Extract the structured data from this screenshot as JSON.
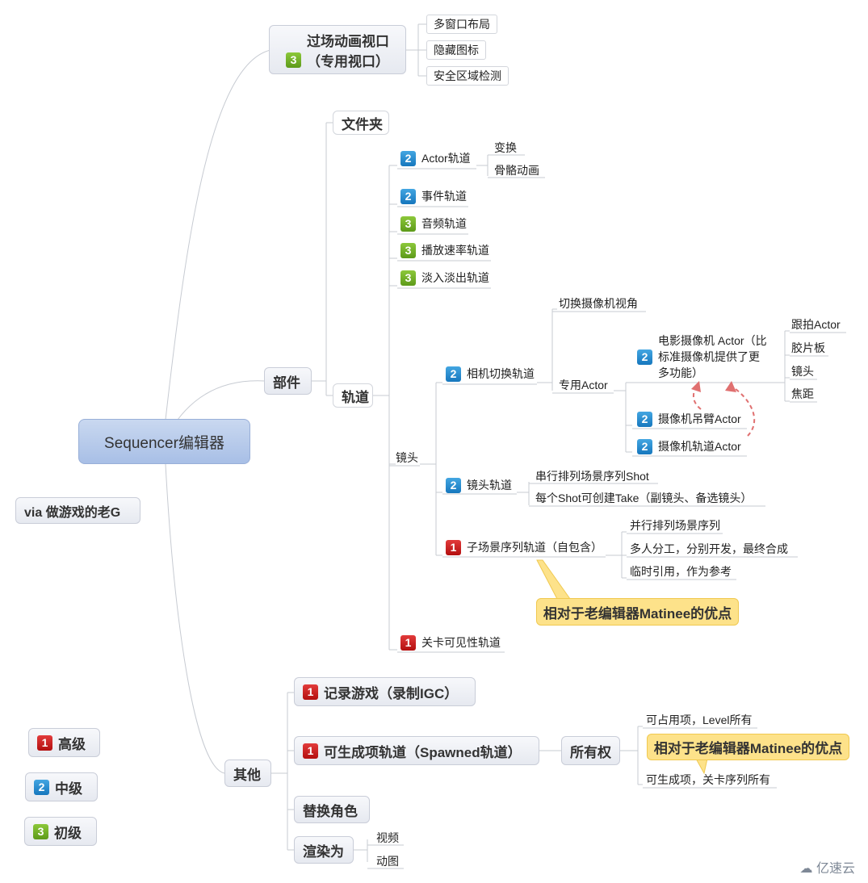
{
  "root": {
    "title": "Sequencer编辑器"
  },
  "credit": "via 做游戏的老G",
  "viewport": {
    "badge": "3",
    "title": "过场动画视口",
    "subtitle": "（专用视口）",
    "items": [
      "多窗口布局",
      "隐藏图标",
      "安全区域检测"
    ]
  },
  "components": {
    "label": "部件",
    "folder": "文件夹",
    "tracks_label": "轨道",
    "actor_track": {
      "badge": "2",
      "label": "Actor轨道",
      "items": [
        "变换",
        "骨骼动画"
      ]
    },
    "event_track": {
      "badge": "2",
      "label": "事件轨道"
    },
    "audio_track": {
      "badge": "3",
      "label": "音频轨道"
    },
    "rate_track": {
      "badge": "3",
      "label": "播放速率轨道"
    },
    "fade_track": {
      "badge": "3",
      "label": "淡入淡出轨道"
    },
    "shot_label": "镜头",
    "camera_cut": {
      "badge": "2",
      "label": "相机切换轨道",
      "switch_view": "切换摄像机视角",
      "dedicated": "专用Actor",
      "cine_camera": {
        "badge": "2",
        "label": "电影摄像机 Actor（比\n标准摄像机提供了更\n多功能）",
        "items": [
          "跟拍Actor",
          "胶片板",
          "镜头",
          "焦距"
        ]
      },
      "crane": {
        "badge": "2",
        "label": "摄像机吊臂Actor"
      },
      "rail": {
        "badge": "2",
        "label": "摄像机轨道Actor"
      }
    },
    "shot_track": {
      "badge": "2",
      "label": "镜头轨道",
      "items": [
        "串行排列场景序列Shot",
        "每个Shot可创建Take（副镜头、备选镜头）"
      ]
    },
    "subsequence": {
      "badge": "1",
      "label": "子场景序列轨道（自包含）",
      "items": [
        "并行排列场景序列",
        "多人分工，分别开发，最终合成",
        "临时引用，作为参考"
      ]
    },
    "callout": "相对于老编辑器Matinee的优点",
    "level_visibility": {
      "badge": "1",
      "label": "关卡可见性轨道"
    }
  },
  "others": {
    "label": "其他",
    "record": {
      "badge": "1",
      "label": "记录游戏（录制IGC）"
    },
    "spawnable": {
      "badge": "1",
      "label": "可生成项轨道（Spawned轨道）"
    },
    "ownership": "所有权",
    "owner_items": [
      "可占用项，Level所有",
      "可生成项，关卡序列所有"
    ],
    "callout": "相对于老编辑器Matinee的优点",
    "replace": "替换角色",
    "render": "渲染为",
    "render_items": [
      "视频",
      "动图"
    ]
  },
  "legend": [
    {
      "badge": "1",
      "label": "高级"
    },
    {
      "badge": "2",
      "label": "中级"
    },
    {
      "badge": "3",
      "label": "初级"
    }
  ],
  "watermark": "亿速云",
  "colors": {
    "advanced": "#c81c1c",
    "intermediate": "#2a8fd4",
    "beginner": "#74b02a",
    "callout": "#fde28a",
    "root": "#b2c6ea"
  }
}
